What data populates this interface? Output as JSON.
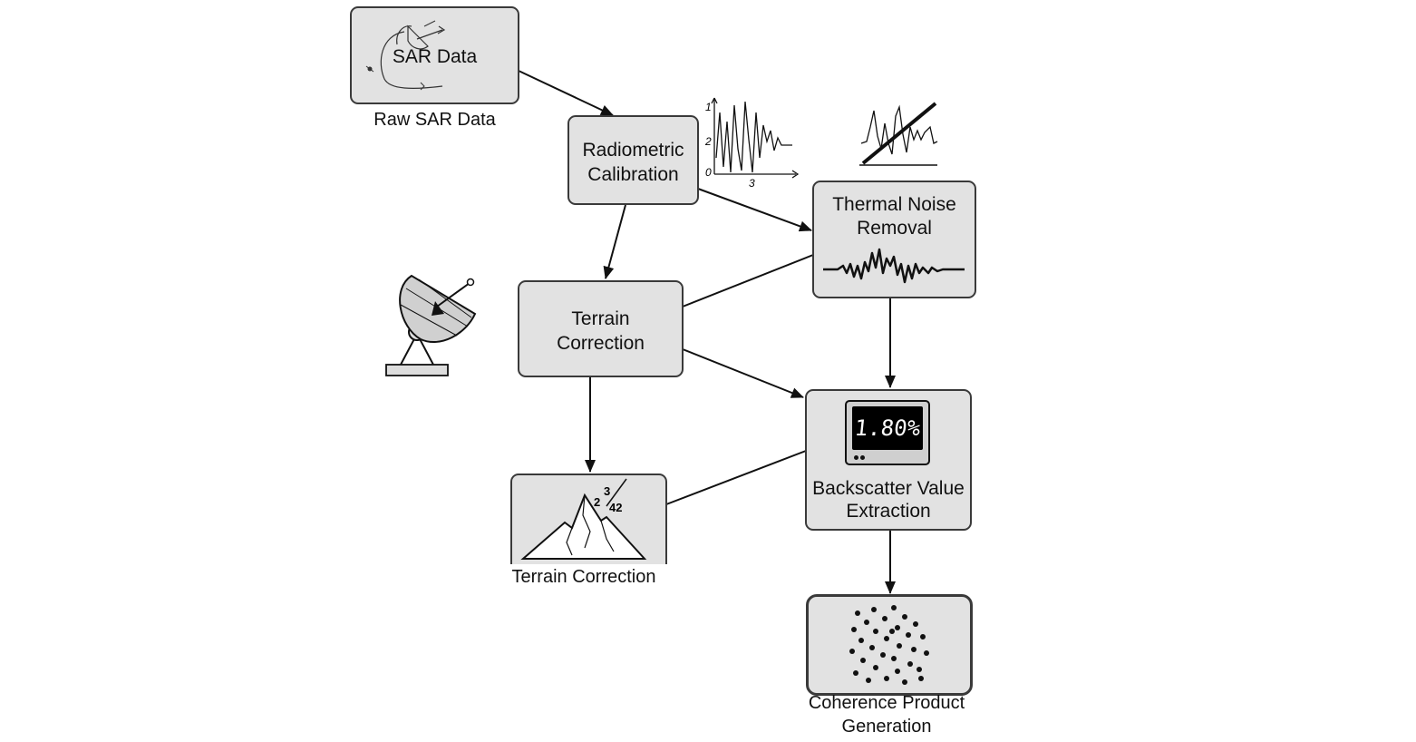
{
  "nodes": {
    "sar_data": {
      "label": "SAR Data",
      "caption": "Raw SAR Data"
    },
    "radiometric": {
      "line1": "Radiometric",
      "line2": "Calibration"
    },
    "thermal": {
      "line1": "Thermal Noise",
      "line2": "Removal"
    },
    "terrain": {
      "line1": "Terrain",
      "line2": "Correction"
    },
    "terrain_icon": {
      "caption": "Terrain Correction",
      "num_top": "3",
      "num_mid": "2",
      "num_low": "42"
    },
    "backscatter": {
      "line1": "Backscatter Value",
      "line2": "Extraction",
      "display": "1.80%"
    },
    "coherence": {
      "line1": "Coherence Product",
      "line2": "Generation"
    }
  },
  "signal_plot": {
    "y_ticks": [
      "1",
      "2",
      "0"
    ],
    "x_tick": "3"
  },
  "colors": {
    "box_fill": "#e2e2e2",
    "stroke": "#111111",
    "display_bg": "#000000",
    "display_text": "#ffffff"
  },
  "icons": [
    "satellite-dish-icon",
    "signal-plot-icon",
    "noise-strike-icon",
    "waveform-icon",
    "mountain-icon",
    "monitor-icon",
    "scatter-dots-icon"
  ]
}
